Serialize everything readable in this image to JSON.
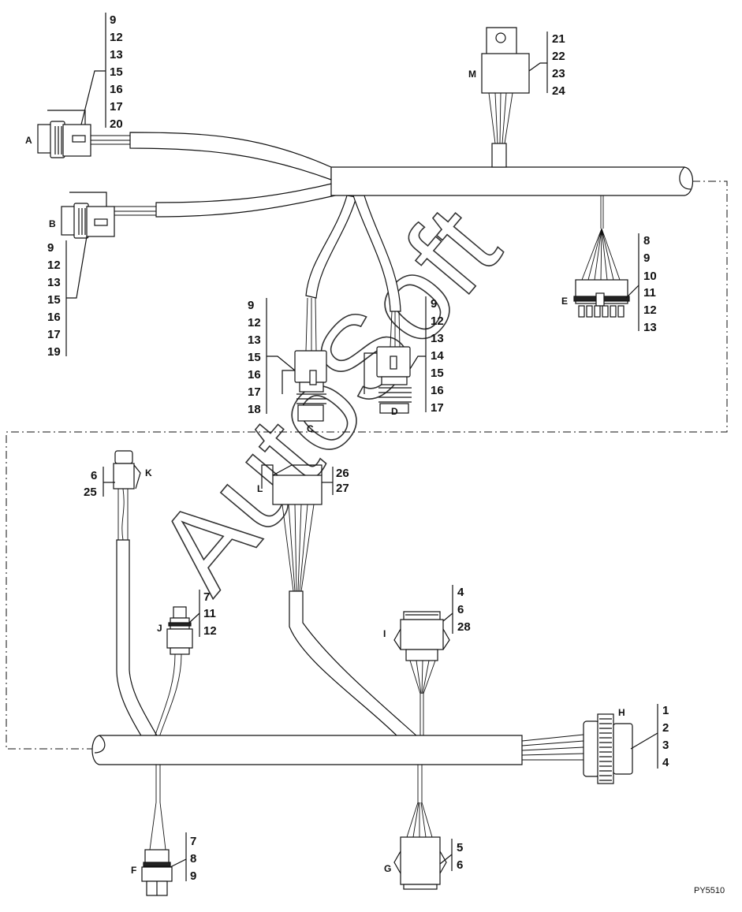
{
  "watermark": "AutoSoft",
  "figure_code": "PY5510",
  "connectors": {
    "A": {
      "letter": "A",
      "pins": [
        "9",
        "12",
        "13",
        "15",
        "16",
        "17",
        "20"
      ]
    },
    "B": {
      "letter": "B",
      "pins": [
        "9",
        "12",
        "13",
        "15",
        "16",
        "17",
        "19"
      ]
    },
    "C": {
      "letter": "C",
      "pins": [
        "9",
        "12",
        "13",
        "15",
        "16",
        "17",
        "18"
      ]
    },
    "D": {
      "letter": "D",
      "pins": [
        "9",
        "12",
        "13",
        "14",
        "15",
        "16",
        "17"
      ]
    },
    "E": {
      "letter": "E",
      "pins": [
        "8",
        "9",
        "10",
        "11",
        "12",
        "13"
      ]
    },
    "M": {
      "letter": "M",
      "pins": [
        "21",
        "22",
        "23",
        "24"
      ]
    },
    "K": {
      "letter": "K",
      "pins": [
        "6",
        "25"
      ]
    },
    "L": {
      "letter": "L",
      "pins": [
        "26",
        "27"
      ]
    },
    "J": {
      "letter": "J",
      "pins": [
        "7",
        "11",
        "12"
      ]
    },
    "I": {
      "letter": "I",
      "pins": [
        "4",
        "6",
        "28"
      ]
    },
    "H": {
      "letter": "H",
      "pins": [
        "1",
        "2",
        "3",
        "4"
      ]
    },
    "F": {
      "letter": "F",
      "pins": [
        "7",
        "8",
        "9"
      ]
    },
    "G": {
      "letter": "G",
      "pins": [
        "5",
        "6"
      ]
    }
  }
}
